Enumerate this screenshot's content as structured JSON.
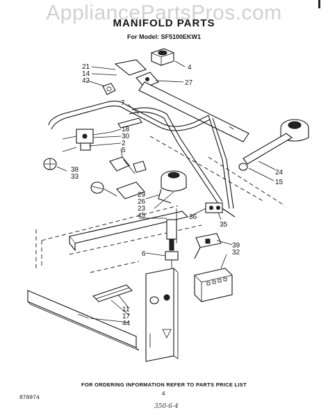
{
  "watermark": "AppliancePartsPros.com",
  "title": "MANIFOLD PARTS",
  "subtitle": "For Model: SF5100EKW1",
  "footer": "FOR ORDERING INFORMATION REFER TO PARTS PRICE LIST",
  "doc_number": "878974",
  "page_number": "4",
  "handwritten_note": "350-6-4",
  "callouts": [
    "4",
    "27",
    "21",
    "14",
    "42",
    "7",
    "18",
    "30",
    "2",
    "5",
    "38",
    "33",
    "29",
    "26",
    "23",
    "45",
    "24",
    "15",
    "36",
    "35",
    "6",
    "39",
    "32",
    "11",
    "17",
    "44"
  ]
}
